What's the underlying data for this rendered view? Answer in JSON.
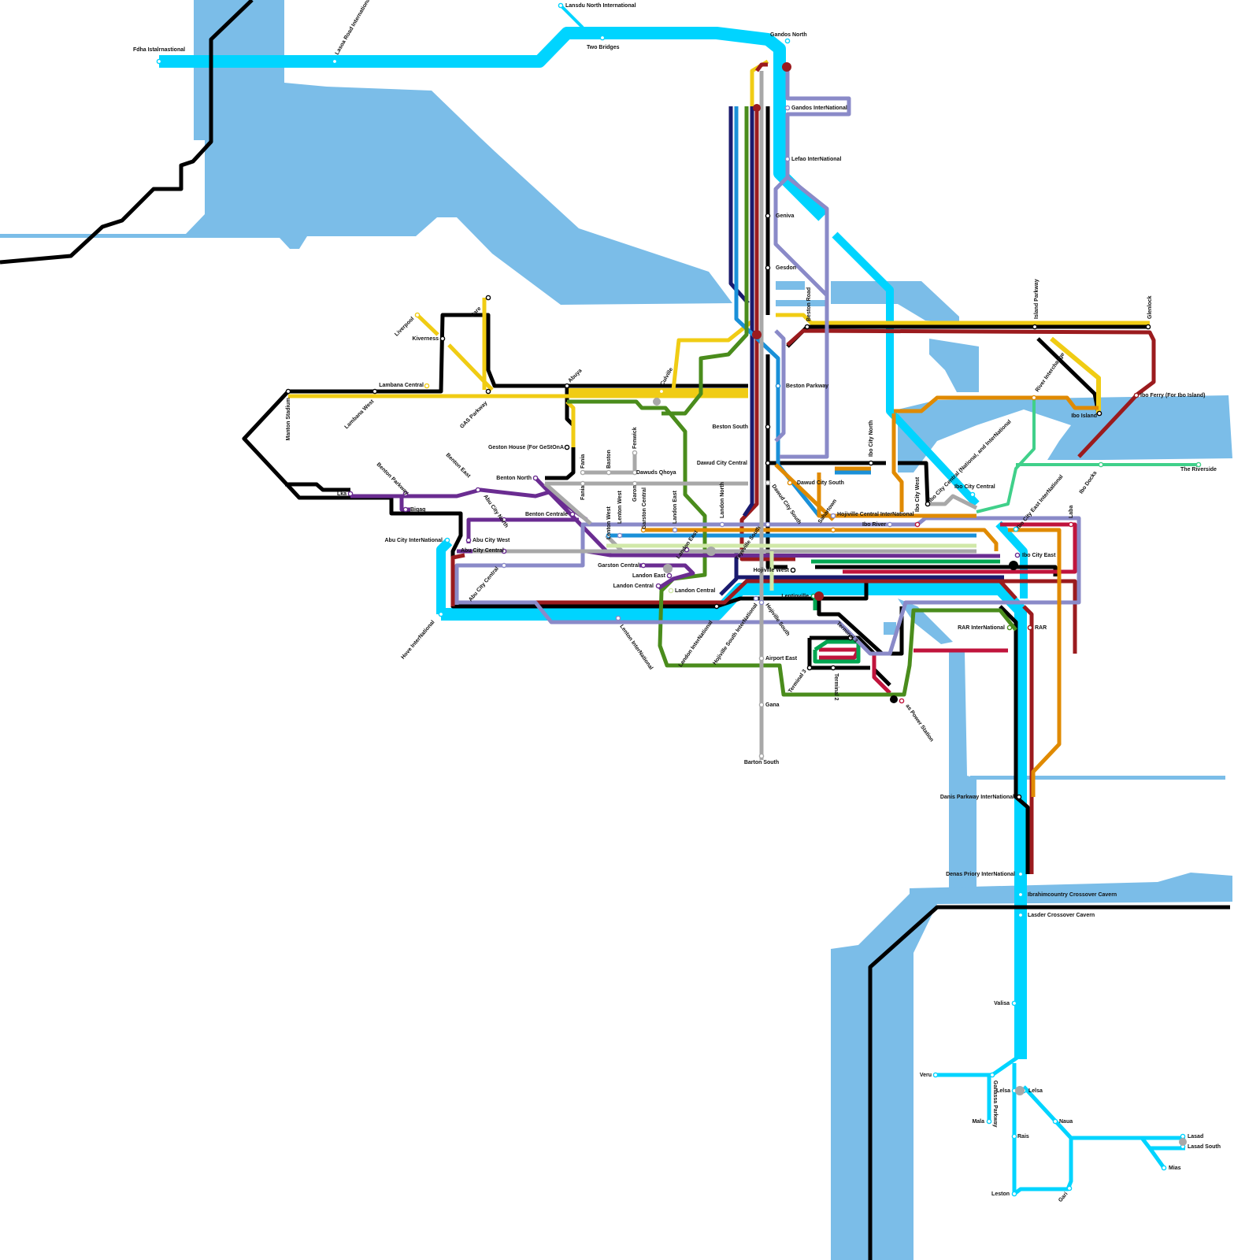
{
  "colors": {
    "water": "#7bbde8",
    "cyan": "#00d4ff",
    "black": "#000000",
    "darkred": "#9b1b1e",
    "crimson": "#c0143c",
    "yellow": "#f0cc14",
    "purple": "#6a2c91",
    "lavender": "#8a8ac8",
    "orange": "#e08a00",
    "blue": "#1a90d8",
    "navy": "#1a1a6e",
    "green": "#4a8c1c",
    "brightgreen": "#00a651",
    "mint": "#40d08a",
    "gray": "#a8a8a8",
    "lightgreen": "#d0e8a8"
  },
  "stations": [
    {
      "name": "Lansdu North International"
    },
    {
      "name": "Fdha Istalrnastional"
    },
    {
      "name": "Lasoa Road International"
    },
    {
      "name": "Two Bridges"
    },
    {
      "name": "Gandos North"
    },
    {
      "name": "Gandos InterNational"
    },
    {
      "name": "Lefao InterNational"
    },
    {
      "name": "Geniva"
    },
    {
      "name": "Gesdon"
    },
    {
      "name": "Beston Road"
    },
    {
      "name": "Island Parkway"
    },
    {
      "name": "Glenlock"
    },
    {
      "name": "Beston Parkway"
    },
    {
      "name": "Beston South"
    },
    {
      "name": "Dawud City Central"
    },
    {
      "name": "Dawud City South"
    },
    {
      "name": "Ibo City North"
    },
    {
      "name": "River Interchange"
    },
    {
      "name": "Ibo Island"
    },
    {
      "name": "Ibo Ferry (For Ibo Island)"
    },
    {
      "name": "Ibo Docks"
    },
    {
      "name": "The Riverside"
    },
    {
      "name": "Ibo City Central (National, and InterNational"
    },
    {
      "name": "Ibo City Central"
    },
    {
      "name": "Ibo City West"
    },
    {
      "name": "Hojiville Central InterNational"
    },
    {
      "name": "Ibo River"
    },
    {
      "name": "Ibo City East InterNational"
    },
    {
      "name": "Laba"
    },
    {
      "name": "Ibo City East"
    },
    {
      "name": "RAR InterNational"
    },
    {
      "name": "RAR"
    },
    {
      "name": "Danis Parkway InterNational"
    },
    {
      "name": "Denas Priory InterNational"
    },
    {
      "name": "Ibrahimcountry Crossover Cavern"
    },
    {
      "name": "Lasder Crossover Cavern"
    },
    {
      "name": "Valisa"
    },
    {
      "name": "Veru"
    },
    {
      "name": "Ganassa Parkway"
    },
    {
      "name": "Mala"
    },
    {
      "name": "Lelsa"
    },
    {
      "name": "Lelsa"
    },
    {
      "name": "Naua"
    },
    {
      "name": "Rais"
    },
    {
      "name": "Lasad"
    },
    {
      "name": "Lasad South"
    },
    {
      "name": "Mias"
    },
    {
      "name": "Leston"
    },
    {
      "name": "Gari"
    },
    {
      "name": "as Power Station"
    },
    {
      "name": "Terminal 2"
    },
    {
      "name": "Terminal 3"
    },
    {
      "name": "Terminal 3"
    },
    {
      "name": "Airport East"
    },
    {
      "name": "Gana"
    },
    {
      "name": "Barton South"
    },
    {
      "name": "Lentinville"
    },
    {
      "name": "Hojiville West"
    },
    {
      "name": "Hojiville South"
    },
    {
      "name": "Hojiville South InterNational"
    },
    {
      "name": "Landon InterNational"
    },
    {
      "name": "Lenton InterNational"
    },
    {
      "name": "Landon Central"
    },
    {
      "name": "Landon Central"
    },
    {
      "name": "Landon East"
    },
    {
      "name": "Landon East"
    },
    {
      "name": "Garston Central"
    },
    {
      "name": "Garston Central"
    },
    {
      "name": "Landon East"
    },
    {
      "name": "Landon North"
    },
    {
      "name": "Lenton West"
    },
    {
      "name": "Lenton West"
    },
    {
      "name": "Garon"
    },
    {
      "name": "Fenwick"
    },
    {
      "name": "Baston"
    },
    {
      "name": "Fania"
    },
    {
      "name": "Fania"
    },
    {
      "name": "Dawuds Qhoya"
    },
    {
      "name": "Benton North"
    },
    {
      "name": "Benton Centrale"
    },
    {
      "name": "Geston House (For GeStOnA"
    },
    {
      "name": "Abuya"
    },
    {
      "name": "Culville"
    },
    {
      "name": "Gare"
    },
    {
      "name": "Liverpool"
    },
    {
      "name": "Kiverness"
    },
    {
      "name": "Lambana Central"
    },
    {
      "name": "Lambana West"
    },
    {
      "name": "GAS Parkway"
    },
    {
      "name": "Manton Stadium"
    },
    {
      "name": "Lka"
    },
    {
      "name": "Benton Parkway"
    },
    {
      "name": "Bigag"
    },
    {
      "name": "Benton East"
    },
    {
      "name": "Abu City North"
    },
    {
      "name": "Abu City InterNational"
    },
    {
      "name": "Abu City West"
    },
    {
      "name": "Abu City Central"
    },
    {
      "name": "Abu City Central"
    },
    {
      "name": "Hove InterNational"
    },
    {
      "name": "Dawud City South"
    },
    {
      "name": "Tayeville South"
    },
    {
      "name": "Sahartown"
    }
  ]
}
